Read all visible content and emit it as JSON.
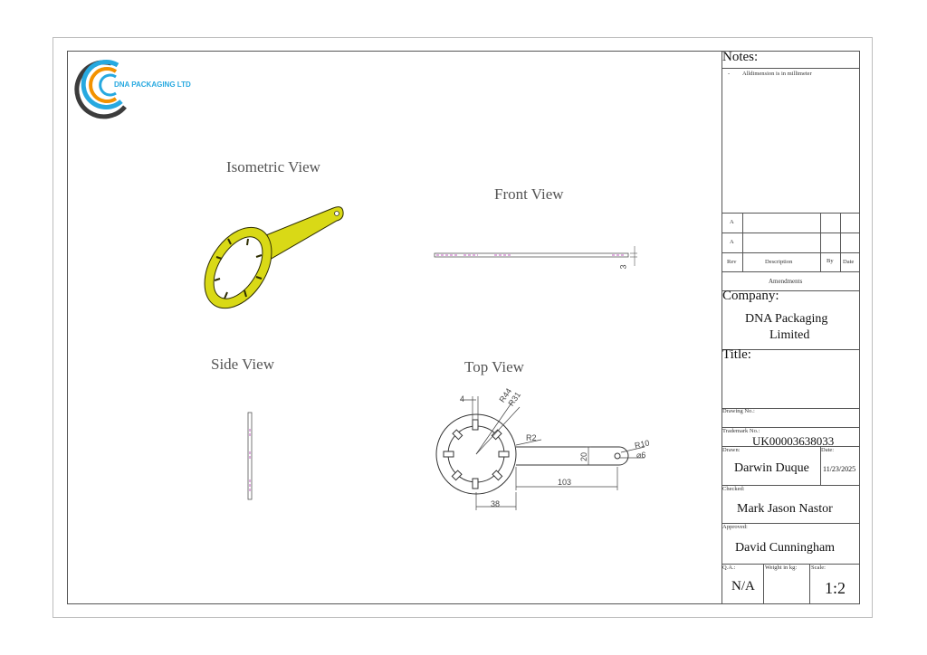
{
  "company_logo": {
    "text": "DNA PACKAGING LTD",
    "colors": [
      "#2aa8e0",
      "#f39200",
      "#3c3c3c"
    ]
  },
  "views": {
    "isometric": "Isometric View",
    "front": "Front View",
    "side": "Side View",
    "top": "Top View"
  },
  "dimensions": {
    "front_thickness": "3",
    "slot_width": "4",
    "outer_radius": "R44",
    "inner_radius": "R31",
    "fillet_radius": "R2",
    "handle_width": "20",
    "end_radius": "R10",
    "hole_diameter": "⌀6",
    "handle_length": "103",
    "center_offset": "38"
  },
  "notes": {
    "heading": "Notes:",
    "items": [
      "-",
      "Alldimension is in millimeter"
    ]
  },
  "revisions": {
    "rows": [
      "A",
      "A"
    ],
    "headers": {
      "rev": "Rev",
      "description": "Description",
      "by": "By",
      "date": "Date"
    },
    "amendments": "Amendments"
  },
  "title_block": {
    "company_label": "Company:",
    "company_line1": "DNA Packaging",
    "company_line2": "Limited",
    "title_label": "Title:",
    "drawing_no_label": "Drawing No.:",
    "trademark_label": "Trademark No.:",
    "trademark_value": "UK00003638033",
    "drawn_label": "Drawn:",
    "drawn_value": "Darwin Duque",
    "date_label": "Date:",
    "date_value": "11/23/2025",
    "checked_label": "Checked:",
    "checked_value": "Mark Jason Nastor",
    "approved_label": "Approved:",
    "approved_value": "David Cunningham",
    "qa_label": "Q.A.:",
    "qa_value": "N/A",
    "weight_label": "Weight in kg:",
    "scale_label": "Scale:",
    "scale_value": "1:2"
  }
}
